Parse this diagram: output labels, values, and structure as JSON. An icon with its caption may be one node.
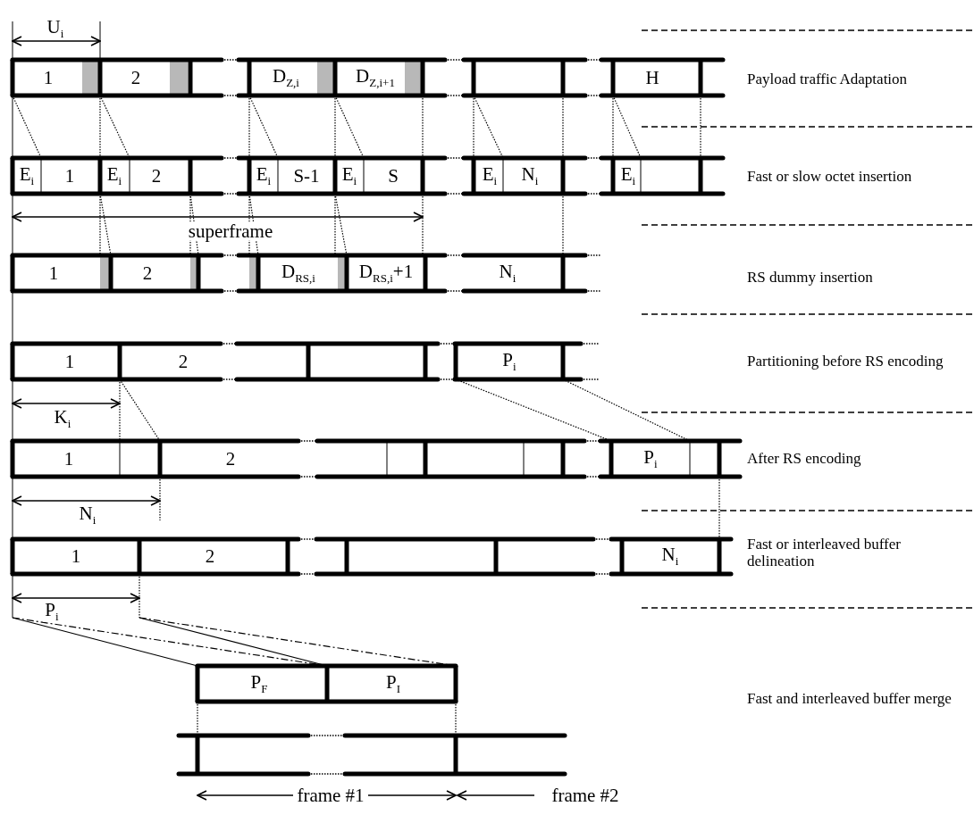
{
  "diagram": {
    "labels": [
      "U$_{i}$",
      "1",
      "2",
      "D$_{Z,i}$",
      "D$_{Z,i+1}$",
      "H",
      "Payload traffic Adaptation",
      "E$_{i}$",
      "1",
      "E$_{i}$",
      "2",
      "E$_{i}$",
      "S-1",
      "E$_{i}$",
      "S",
      "E$_{i}$",
      "N$_{i}$",
      "E$_{i}$",
      "Fast or slow octet insertion",
      "superframe",
      "1",
      "2",
      "D$_{RS,i}$",
      "D$_{RS,i}$+1",
      "N$_{i}$",
      "RS dummy insertion",
      "1",
      "2",
      "P$_{i}$",
      "Partitioning before RS encoding",
      "K$_{i}$",
      "1",
      "2",
      "P$_{i}$",
      "After RS encoding",
      "N$_{i}$",
      "1",
      "2",
      "N$_{i}$",
      "Fast or interleaved buffer delineation",
      "P$_{i}$",
      "P$_{F}$",
      "P$_{I}$",
      "Fast and interleaved buffer merge",
      "frame #1",
      "frame #2"
    ]
  }
}
